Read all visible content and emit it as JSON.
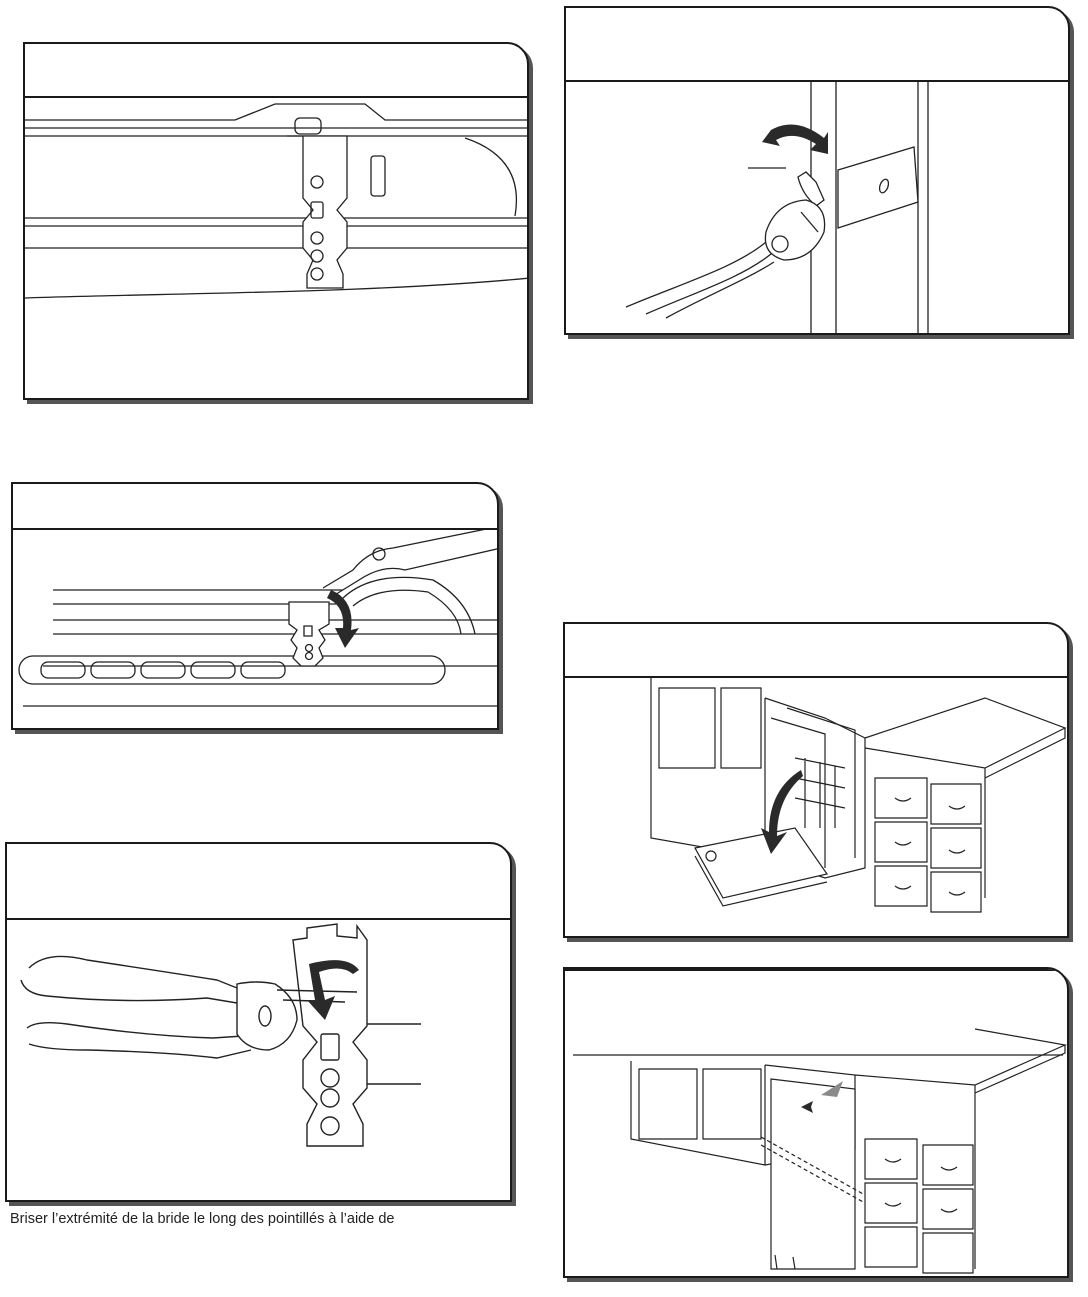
{
  "caption": {
    "text": "Briser l’extrémité de la bride le long des pointillés à l’aide de"
  },
  "colors": {
    "frame": "#1a1a1a",
    "shadow": "#555555",
    "line_art": "#222222",
    "arrow_fill": "#2a2a2a"
  },
  "panels": [
    {
      "id": "bracket-on-tub",
      "description_icon": "mounting-bracket-icon"
    },
    {
      "id": "pliers-bend-bracket-top",
      "description_icon": "pliers-icon"
    },
    {
      "id": "pliers-break-bracket",
      "description_icon": "pliers-icon"
    },
    {
      "id": "pliers-side-bracket",
      "description_icon": "pliers-icon"
    },
    {
      "id": "dishwasher-door-open",
      "description_icon": "dishwasher-icon"
    },
    {
      "id": "dishwasher-slide-in",
      "description_icon": "dishwasher-icon"
    }
  ]
}
